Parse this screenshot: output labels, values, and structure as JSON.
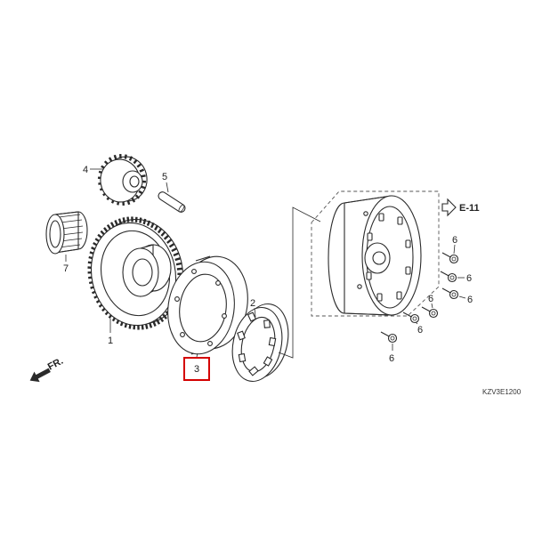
{
  "diagram": {
    "labels": {
      "part_1": "1",
      "part_2": "2",
      "part_3": "3",
      "part_4": "4",
      "part_5": "5",
      "part_6": [
        "6",
        "6",
        "6",
        "6",
        "6",
        "6"
      ],
      "part_7": "7"
    },
    "reference": "E-11",
    "front_marker": "FR.",
    "code": "KZV3E1200",
    "colors": {
      "line": "#2a2a2a",
      "highlight": "#d40000"
    },
    "highlighted_part": "3"
  }
}
